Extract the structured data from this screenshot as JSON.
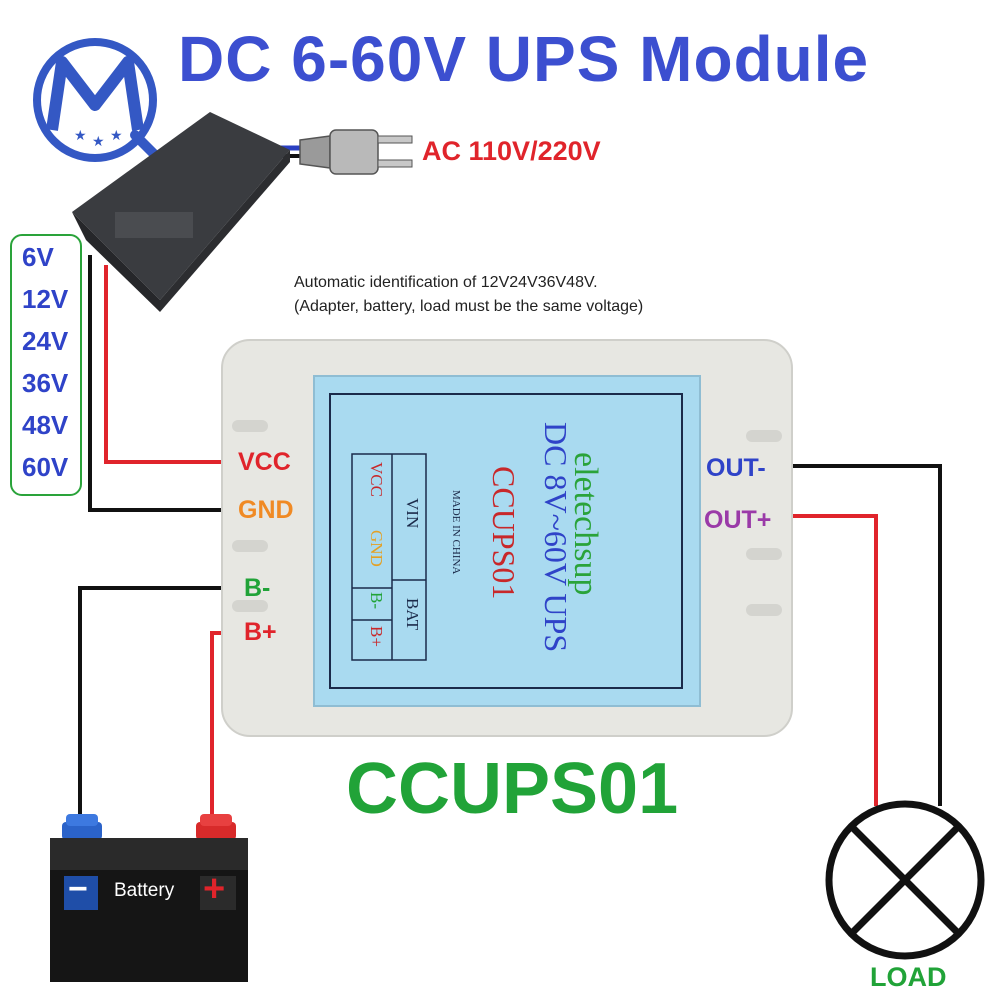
{
  "title": "DC 6-60V UPS Module",
  "ac_input": "AC 110V/220V",
  "voltages": [
    "6V",
    "12V",
    "24V",
    "36V",
    "48V",
    "60V"
  ],
  "note_line1": "Automatic identification of 12V24V36V48V.",
  "note_line2": "(Adapter, battery, load must be the same voltage)",
  "pins": {
    "vcc": "VCC",
    "gnd": "GND",
    "b_minus": "B-",
    "b_plus": "B+",
    "out_minus": "OUT-",
    "out_plus": "OUT+"
  },
  "module_face": {
    "brand": "eletechsup",
    "spec": "DC 8V~60V UPS",
    "model": "CCUPS01",
    "origin": "MADE IN CHINA",
    "table": {
      "vin": "VIN",
      "bat": "BAT",
      "vcc": "VCC",
      "gnd": "GND",
      "b_minus": "B-",
      "b_plus": "B+"
    }
  },
  "model_label": "CCUPS01",
  "battery_label": "Battery",
  "battery_minus": "−",
  "battery_plus": "+",
  "load_label": "LOAD",
  "colors": {
    "title": "#3c4fd0",
    "positive_wire": "#e0242b",
    "negative_wire": "#111111",
    "voltage_text": "#2f43c8",
    "model_green": "#21a338",
    "module_face": "#a9daf0"
  },
  "icons": [
    "mq-logo-icon",
    "power-adapter-icon",
    "ac-plug-icon",
    "battery-icon",
    "lamp-load-icon"
  ]
}
